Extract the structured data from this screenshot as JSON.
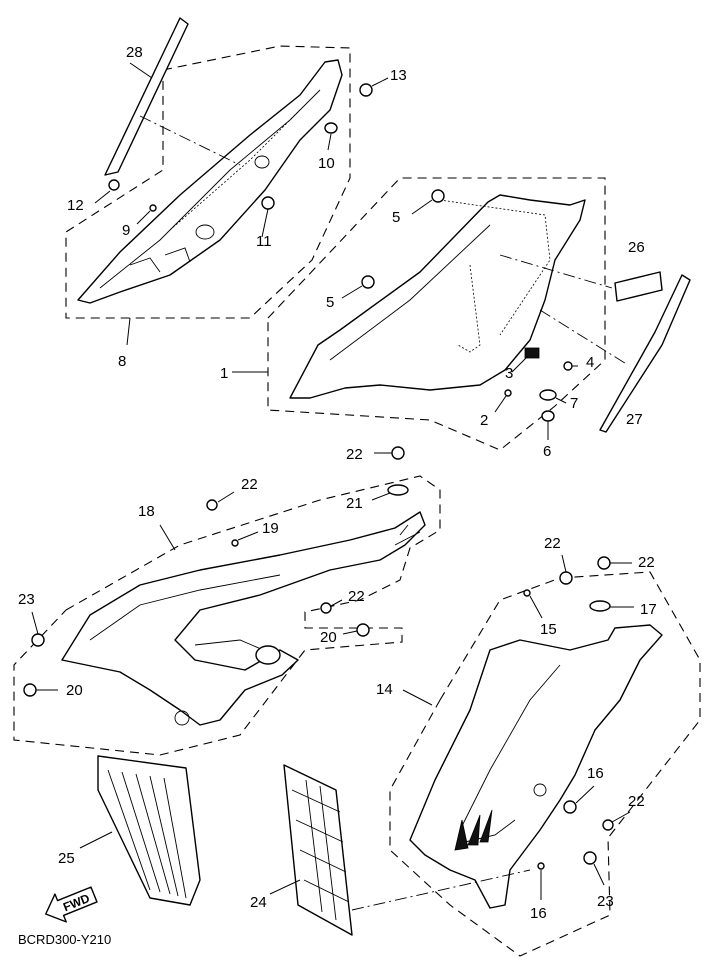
{
  "diagram_code": "BCRD300-Y210",
  "fwd_label": "FWD",
  "callouts": [
    "28",
    "13",
    "10",
    "12",
    "9",
    "11",
    "8",
    "5",
    "5",
    "26",
    "1",
    "4",
    "3",
    "7",
    "2",
    "6",
    "27",
    "22",
    "21",
    "22",
    "18",
    "19",
    "23",
    "22",
    "20",
    "20",
    "22",
    "22",
    "15",
    "17",
    "14",
    "16",
    "22",
    "25",
    "24",
    "16",
    "23"
  ]
}
